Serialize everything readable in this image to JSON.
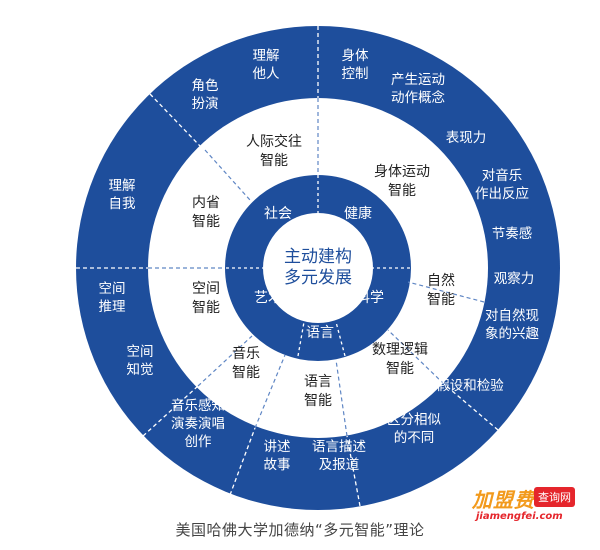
{
  "core": [
    "主动建构",
    "多元发展"
  ],
  "inner_labels": {
    "social": "社会",
    "health": "健康",
    "science": "科学",
    "language": "语言",
    "art": "艺术"
  },
  "middle_labels": {
    "interpersonal": [
      "人际交往",
      "智能"
    ],
    "bodily": [
      "身体运动",
      "智能"
    ],
    "naturalist": [
      "自然",
      "智能"
    ],
    "logical": [
      "数理逻辑",
      "智能"
    ],
    "linguistic": [
      "语言",
      "智能"
    ],
    "musical": [
      "音乐",
      "智能"
    ],
    "spatial": [
      "空间",
      "智能"
    ],
    "intrapersonal": [
      "内省",
      "智能"
    ]
  },
  "outer_labels": {
    "understand_others": [
      "理解",
      "他人"
    ],
    "role_play": [
      "角色",
      "扮演"
    ],
    "body_control": [
      "身体",
      "控制"
    ],
    "movement_concepts": [
      "产生运动",
      "动作概念"
    ],
    "expressiveness": [
      "表现力"
    ],
    "respond_to_music": [
      "对音乐",
      "作出反应"
    ],
    "rhythm": [
      "节奏感"
    ],
    "observation": [
      "观察力"
    ],
    "nature_interest": [
      "对自然现",
      "象的兴趣"
    ],
    "hypothesis": [
      "假设和检验"
    ],
    "similarity": [
      "区分相似",
      "的不同"
    ],
    "describe_report": [
      "语言描述",
      "及报道"
    ],
    "storytelling": [
      "讲述",
      "故事"
    ],
    "music_perform": [
      "音乐感知",
      "演奏演唱",
      "创作"
    ],
    "spatial_perception": [
      "空间",
      "知觉"
    ],
    "spatial_reasoning": [
      "空间",
      "推理"
    ],
    "understand_self": [
      "理解",
      "自我"
    ]
  },
  "caption": "美国哈佛大学加德纳“多元智能”理论",
  "watermark": {
    "brand": "加盟费",
    "tag": "查询网",
    "url": "jiamengfei.com"
  },
  "colors": {
    "ring_blue": "#1e4e9c",
    "middle_ring": "#ffffff",
    "core": "#ffffff"
  }
}
